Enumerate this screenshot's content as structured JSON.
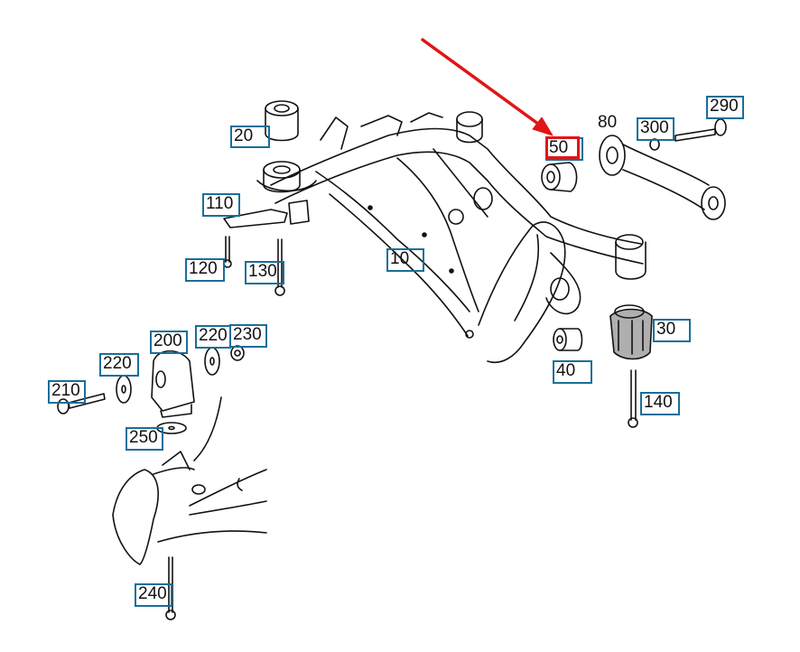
{
  "diagram": {
    "title": "Rear axle carrier / subframe exploded view",
    "highlight_color": "#e01616",
    "callout_border_color": "#1a6e99",
    "highlighted_part": "50",
    "callouts": [
      {
        "id": "c20",
        "label": "20",
        "part": "upper bushing"
      },
      {
        "id": "c110",
        "label": "110",
        "part": "bracket"
      },
      {
        "id": "c120",
        "label": "120",
        "part": "bolt"
      },
      {
        "id": "c130",
        "label": "130",
        "part": "bolt"
      },
      {
        "id": "c10",
        "label": "10",
        "part": "rear axle carrier"
      },
      {
        "id": "c50",
        "label": "50",
        "part": "bushing"
      },
      {
        "id": "c80",
        "label": "80",
        "part": "control arm"
      },
      {
        "id": "c300",
        "label": "300",
        "part": "nut"
      },
      {
        "id": "c290",
        "label": "290",
        "part": "bolt"
      },
      {
        "id": "c30",
        "label": "30",
        "part": "subframe mount"
      },
      {
        "id": "c40",
        "label": "40",
        "part": "bushing"
      },
      {
        "id": "c140",
        "label": "140",
        "part": "bolt"
      },
      {
        "id": "c200",
        "label": "200",
        "part": "differential mount"
      },
      {
        "id": "c220a",
        "label": "220",
        "part": "washer"
      },
      {
        "id": "c220b",
        "label": "220",
        "part": "washer"
      },
      {
        "id": "c230",
        "label": "230",
        "part": "nut"
      },
      {
        "id": "c210",
        "label": "210",
        "part": "bolt"
      },
      {
        "id": "c250",
        "label": "250",
        "part": "washer"
      },
      {
        "id": "c240",
        "label": "240",
        "part": "bolt"
      }
    ]
  }
}
